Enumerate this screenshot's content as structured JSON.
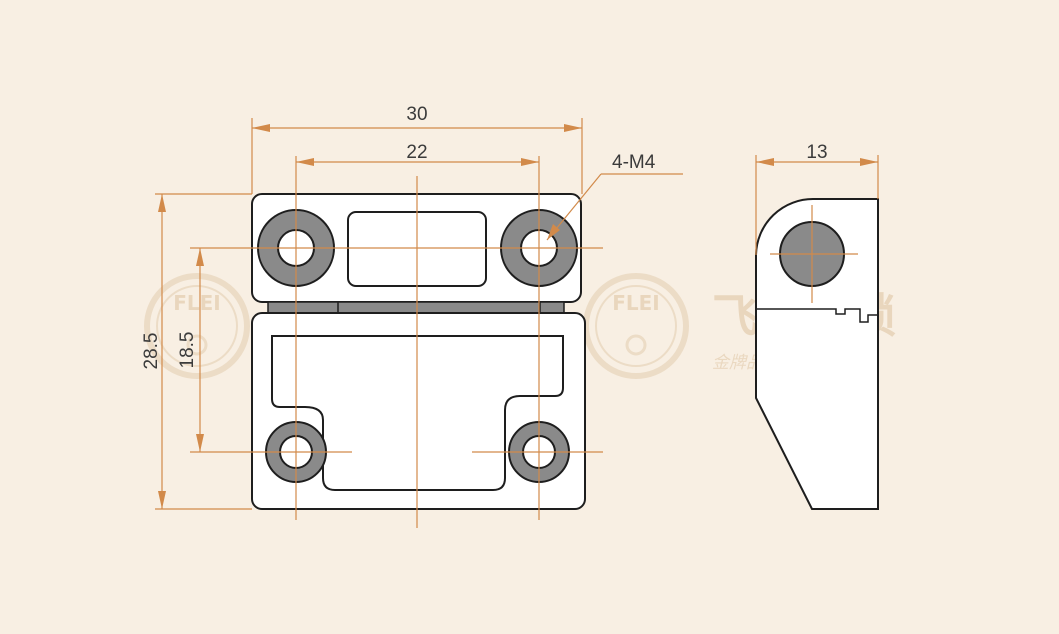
{
  "dimensions": {
    "width_overall": "30",
    "hole_spacing_h": "22",
    "thread_callout": "4-M4",
    "height_overall": "28.5",
    "hole_spacing_v": "18.5",
    "side_thickness": "13"
  },
  "watermark": {
    "badge_text": "FLEI",
    "brand_cn": "飞雷柜锁",
    "slogan_cn": "金牌品质  安全有保障"
  },
  "colors": {
    "background": "#f8efe3",
    "dimension_line": "#d28a4a",
    "outline": "#1e1e1e",
    "hole_fill": "#8a8a8a",
    "watermark": "#e9d6bd"
  }
}
